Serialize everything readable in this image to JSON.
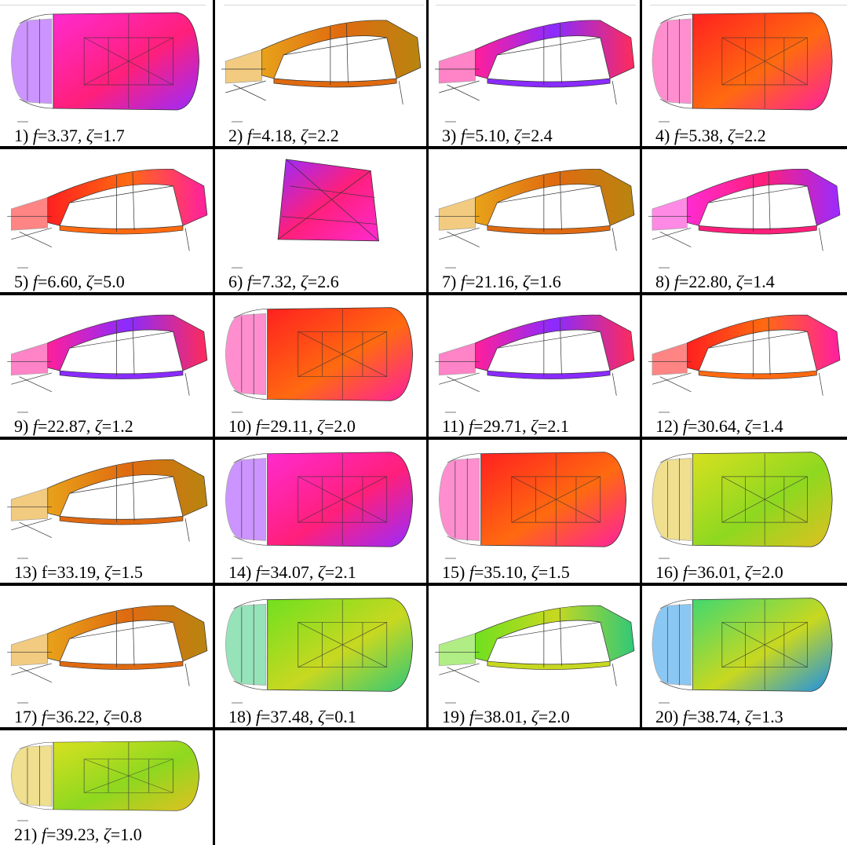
{
  "figure": {
    "modes": [
      {
        "num": "1)",
        "sym": "f",
        "freq": "=3.37",
        "zsym": "ζ",
        "damp": "=1.7",
        "view": "top",
        "palette": "magenta"
      },
      {
        "num": "2)",
        "sym": "f",
        "freq": "=4.18",
        "zsym": "ζ",
        "damp": "=2.2",
        "view": "side",
        "palette": "orange"
      },
      {
        "num": "3)",
        "sym": "f",
        "freq": "=5.10",
        "zsym": "ζ",
        "damp": "=2.4",
        "view": "side",
        "palette": "purple"
      },
      {
        "num": "4)",
        "sym": "f",
        "freq": "=5.38",
        "zsym": "ζ",
        "damp": "=2.2",
        "view": "top",
        "palette": "red"
      },
      {
        "num": "5)",
        "sym": "f",
        "freq": "=6.60",
        "zsym": "ζ",
        "damp": "=5.0",
        "view": "side",
        "palette": "red"
      },
      {
        "num": "6)",
        "sym": "f",
        "freq": "=7.32",
        "zsym": "ζ",
        "damp": "=2.6",
        "view": "box",
        "palette": "magenta"
      },
      {
        "num": "7)",
        "sym": "f",
        "freq": "=21.16",
        "zsym": "ζ",
        "damp": "=1.6",
        "view": "side",
        "palette": "orange"
      },
      {
        "num": "8)",
        "sym": "f",
        "freq": "=22.80",
        "zsym": "ζ",
        "damp": "=1.4",
        "view": "side",
        "palette": "magenta"
      },
      {
        "num": "9)",
        "sym": "f",
        "freq": "=22.87",
        "zsym": "ζ",
        "damp": "=1.2",
        "view": "side",
        "palette": "purple"
      },
      {
        "num": "10)",
        "sym": "f",
        "freq": "=29.11",
        "zsym": "ζ",
        "damp": "=2.0",
        "view": "top",
        "palette": "red"
      },
      {
        "num": "11)",
        "sym": "f",
        "freq": "=29.71",
        "zsym": "ζ",
        "damp": "=2.1",
        "view": "side",
        "palette": "purple"
      },
      {
        "num": "12)",
        "sym": "f",
        "freq": "=30.64",
        "zsym": "ζ",
        "damp": "=1.4",
        "view": "side",
        "palette": "red"
      },
      {
        "num": "13)",
        "sym": "f",
        "freq": "=33.19",
        "zsym": "ζ",
        "damp": "=1.5",
        "view": "side",
        "palette": "orange",
        "upright": true
      },
      {
        "num": "14)",
        "sym": "f",
        "freq": "=34.07",
        "zsym": "ζ",
        "damp": "=2.1",
        "view": "top",
        "palette": "magenta"
      },
      {
        "num": "15)",
        "sym": "f",
        "freq": "=35.10",
        "zsym": "ζ",
        "damp": "=1.5",
        "view": "top",
        "palette": "red"
      },
      {
        "num": "16)",
        "sym": "f",
        "freq": "=36.01",
        "zsym": "ζ",
        "damp": "=2.0",
        "view": "top",
        "palette": "yellow"
      },
      {
        "num": "17)",
        "sym": "f",
        "freq": "=36.22",
        "zsym": "ζ",
        "damp": "=0.8",
        "view": "side",
        "palette": "orange"
      },
      {
        "num": "18)",
        "sym": "f",
        "freq": "=37.48",
        "zsym": "ζ",
        "damp": "=0.1",
        "view": "top",
        "palette": "green"
      },
      {
        "num": "19)",
        "sym": "f",
        "freq": "=38.01",
        "zsym": "ζ",
        "damp": "=2.0",
        "view": "side",
        "palette": "green"
      },
      {
        "num": "20)",
        "sym": "f",
        "freq": "=38.74",
        "zsym": "ζ",
        "damp": "=1.3",
        "view": "top",
        "palette": "cyan"
      },
      {
        "num": "21)",
        "sym": "f",
        "freq": "=39.23",
        "zsym": "ζ",
        "damp": "=1.0",
        "view": "top",
        "palette": "yellow"
      }
    ],
    "palettes": {
      "magenta": [
        "#ff2bd0",
        "#ff1f7a",
        "#9a2bff"
      ],
      "orange": [
        "#e8a21a",
        "#e06a10",
        "#b88510"
      ],
      "purple": [
        "#ff1f9a",
        "#8a2bff",
        "#ff2b5a"
      ],
      "red": [
        "#ff2020",
        "#ff6a10",
        "#ff1fa0"
      ],
      "yellow": [
        "#d8e020",
        "#8ed820",
        "#e0c020"
      ],
      "green": [
        "#70e020",
        "#c8d820",
        "#30c878"
      ],
      "cyan": [
        "#40d870",
        "#c8d820",
        "#1a90e8"
      ]
    }
  }
}
